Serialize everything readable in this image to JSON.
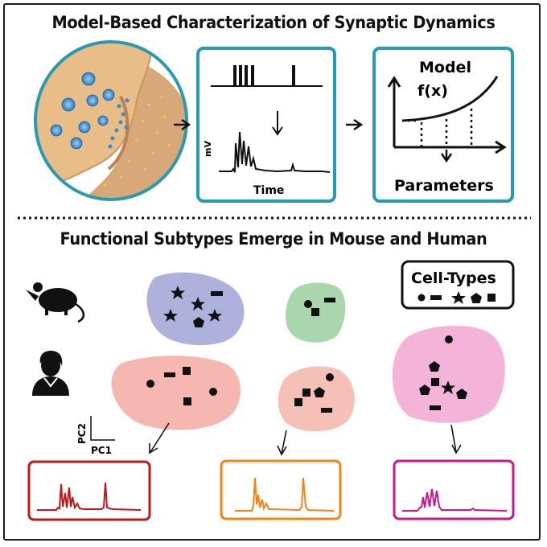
{
  "top_section": {
    "title": "Model-Based Characterization of Synaptic Dynamics",
    "trace_panel": {
      "y_label": "mV",
      "x_label": "Time"
    },
    "model_panel": {
      "title": "Model",
      "formula": "f(x)",
      "caption": "Parameters"
    }
  },
  "bottom_section": {
    "title": "Functional Subtypes Emerge in Mouse and Human",
    "legend": {
      "title": "Cell-Types"
    },
    "axes": {
      "x_label": "PC1",
      "y_label": "PC2"
    },
    "species": [
      "mouse-icon",
      "human-icon"
    ]
  },
  "colors": {
    "blob_mouse_1": "#aeb1dc",
    "blob_mouse_2": "#a9d6ad",
    "blob_human_1": "#f6b7b0",
    "blob_human_2": "#f5c1b6",
    "blob_human_3": "#f4b4da",
    "trace_red": "#c01818",
    "trace_orange": "#f08416",
    "trace_magenta": "#cc1590",
    "panel_border": "#2a9ab0"
  }
}
